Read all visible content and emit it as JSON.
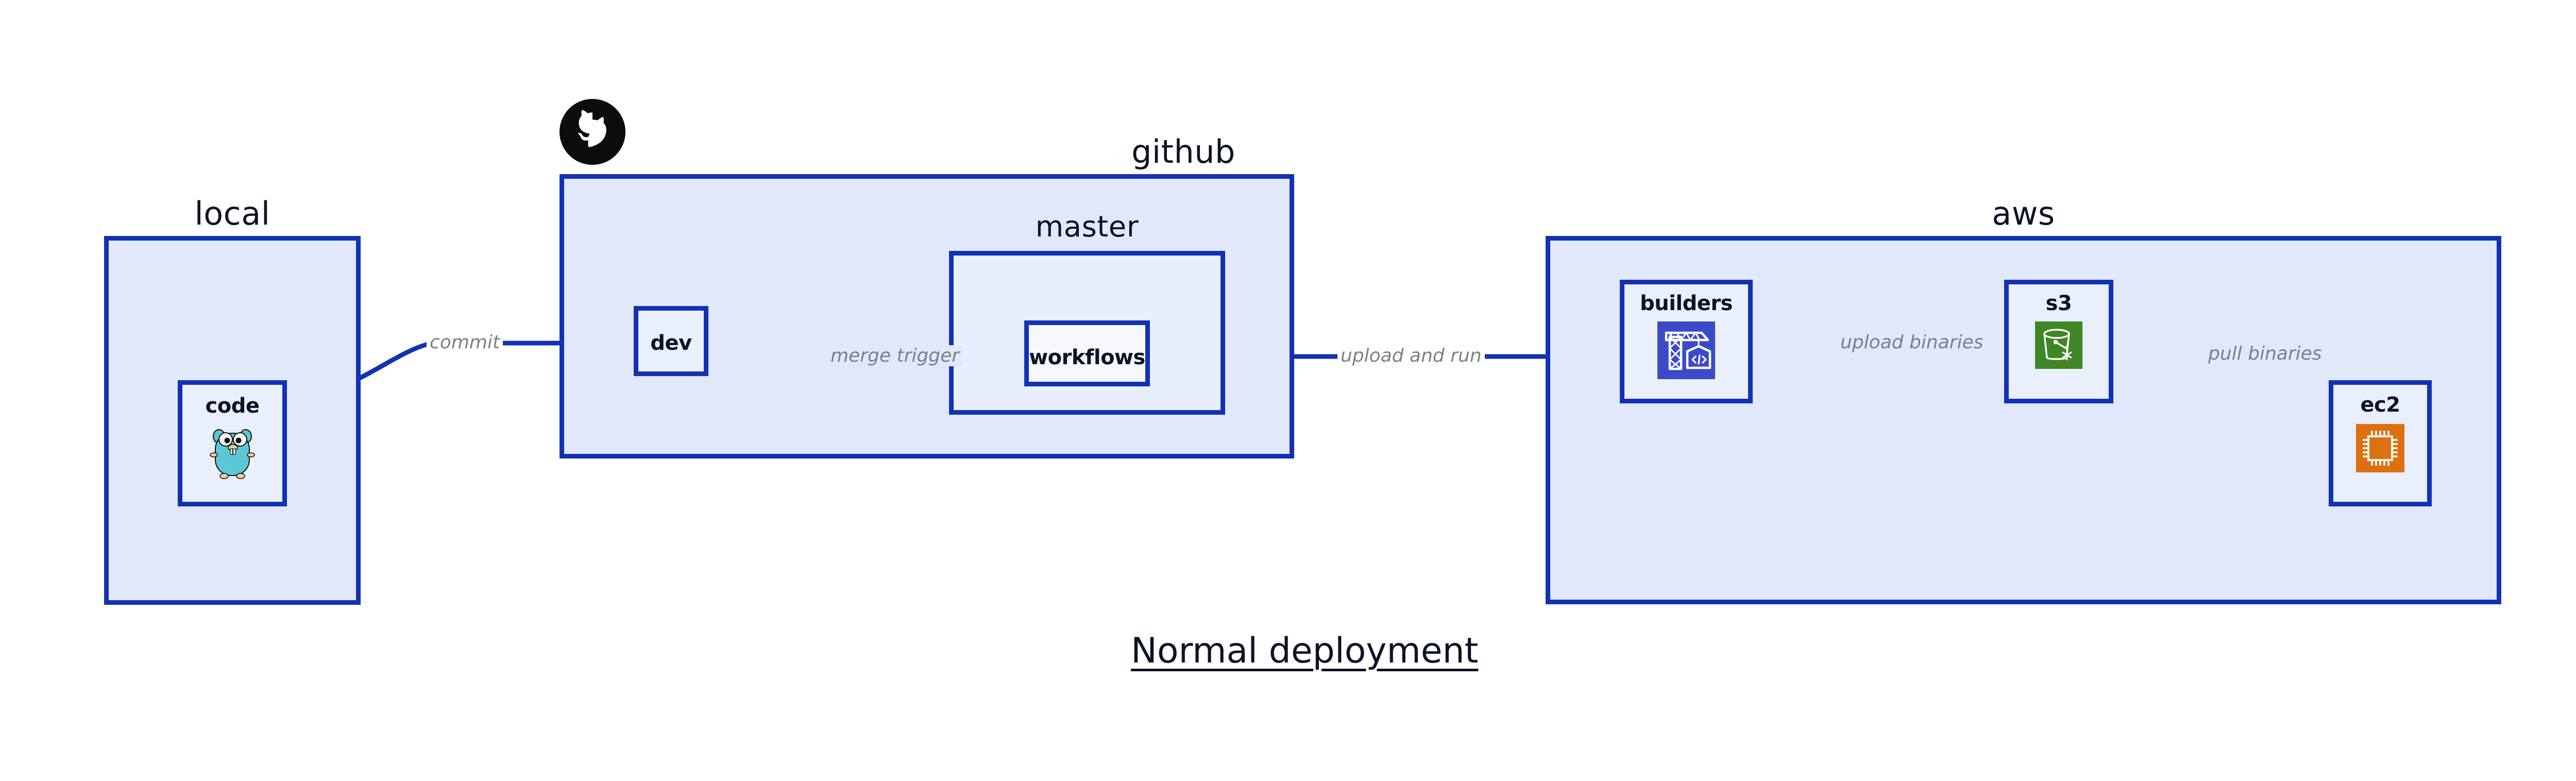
{
  "diagram": {
    "title": "Normal deployment",
    "background_color": "#ffffff",
    "zone_fill": "#e2e8fb",
    "zone_border": "#1232b4",
    "node_fill": "#eaeffc",
    "label_color": "#0d1326",
    "edge_label_color": "#7a7f8c"
  },
  "zones": [
    {
      "id": "local",
      "label": "local",
      "nodes": [
        {
          "id": "code",
          "label": "code",
          "icon": "go-gopher-icon"
        }
      ]
    },
    {
      "id": "github",
      "label": "github",
      "logo": "github-octocat-icon",
      "nodes": [
        {
          "id": "dev",
          "label": "dev",
          "icon": null
        }
      ],
      "subzones": [
        {
          "id": "master",
          "label": "master",
          "nodes": [
            {
              "id": "workflows",
              "label": "workflows",
              "icon": null
            }
          ]
        }
      ]
    },
    {
      "id": "aws",
      "label": "aws",
      "nodes": [
        {
          "id": "builders",
          "label": "builders",
          "icon": "aws-codebuild-crane-icon",
          "icon_color": "#3b4bc8"
        },
        {
          "id": "s3",
          "label": "s3",
          "icon": "aws-s3-bucket-icon",
          "icon_color": "#3f8624"
        },
        {
          "id": "ec2",
          "label": "ec2",
          "icon": "aws-ec2-chip-icon",
          "icon_color": "#dd7112"
        }
      ]
    }
  ],
  "edges": [
    {
      "id": "code-to-dev",
      "label": "commit",
      "from": "code",
      "to": "dev"
    },
    {
      "id": "dev-to-workflows",
      "label": "merge trigger",
      "from": "dev",
      "to": "workflows"
    },
    {
      "id": "workflows-to-builders",
      "label": "upload and run",
      "from": "workflows",
      "to": "builders"
    },
    {
      "id": "builders-to-s3",
      "label": "upload binaries",
      "from": "builders",
      "to": "s3"
    },
    {
      "id": "s3-to-ec2",
      "label": "pull binaries",
      "from": "s3",
      "to": "ec2"
    }
  ]
}
